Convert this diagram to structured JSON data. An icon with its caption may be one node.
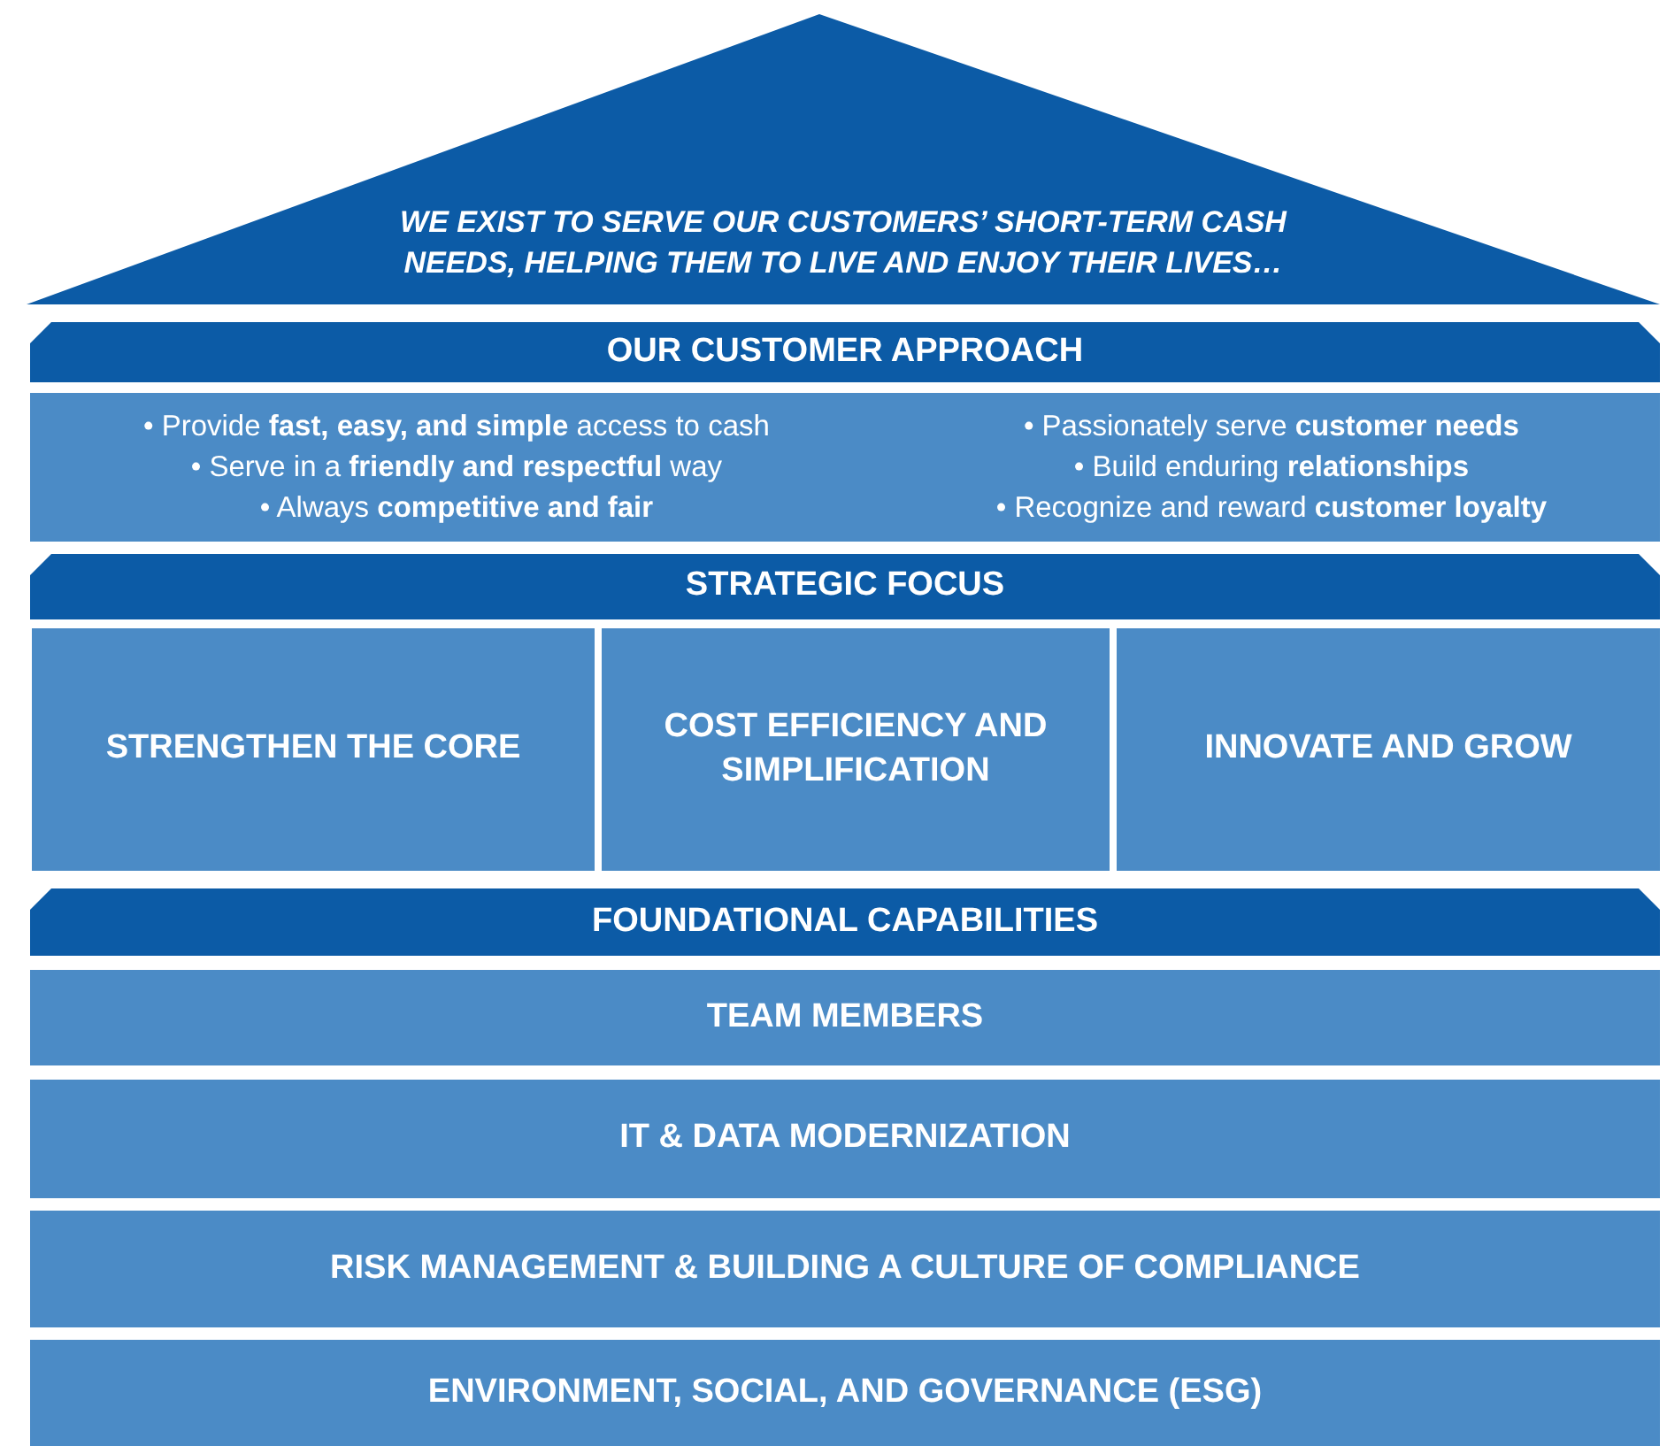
{
  "diagram": {
    "nodes": [
      {
        "text": [
          "WE EXIST TO SERVE OUR CUSTOMERS’ SHORT-TERM CASH NEEDS, HELPING THEM TO LIVE AND ENJOY THEIR LIVES…"
        ]
      },
      {
        "text": [
          "OUR CUSTOMER APPROACH"
        ]
      },
      {
        "text": [
          "• Provide **fast, easy, and simple** access to cash",
          "• Serve in a **friendly and respectful** way",
          "• Always **competitive and fair**",
          "• Passionately serve **customer needs**",
          "• Build enduring **relationships**",
          "• Recognize and reward **customer loyalty**"
        ]
      },
      {
        "text": [
          "STRATEGIC FOCUS"
        ]
      },
      {
        "text": [
          "STRENGTHEN THE CORE"
        ]
      },
      {
        "text": [
          "COST EFFICIENCY AND SIMPLIFICATION"
        ]
      },
      {
        "text": [
          "INNOVATE AND GROW"
        ]
      },
      {
        "text": [
          "FOUNDATIONAL CAPABILITIES"
        ]
      },
      {
        "text": [
          "TEAM MEMBERS"
        ]
      },
      {
        "text": [
          "IT & DATA MODERNIZATION"
        ]
      },
      {
        "text": [
          "RISK MANAGEMENT & BUILDING A CULTURE OF COMPLIANCE"
        ]
      },
      {
        "text": [
          "ENVIRONMENT, SOCIAL, AND GOVERNANCE (ESG)"
        ]
      }
    ]
  }
}
